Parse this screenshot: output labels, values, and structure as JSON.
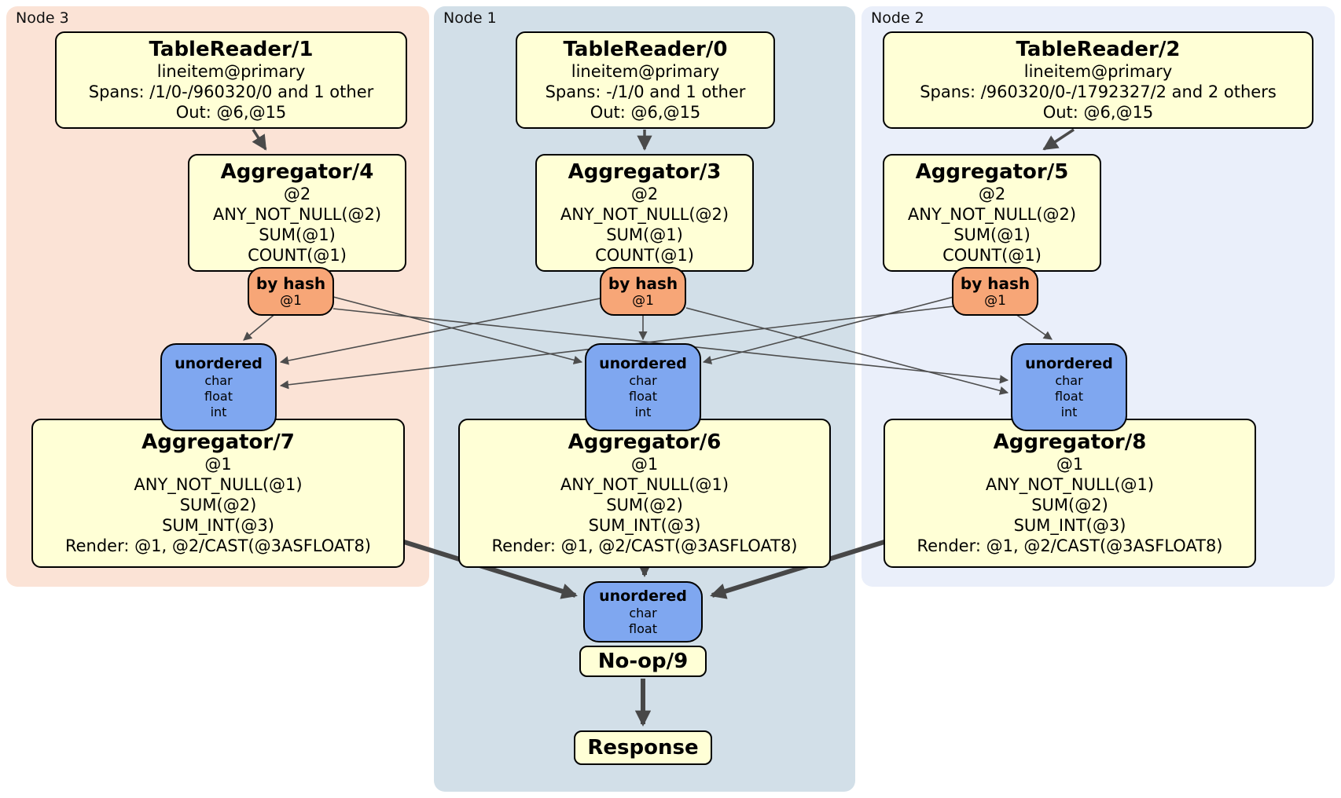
{
  "colors": {
    "node3_bg": "#fbe3d6",
    "node1_bg": "#d2dfe8",
    "node2_bg": "#eaeffa",
    "processor_box": "#ffffd6",
    "router_box": "#f7a677",
    "sync_box": "#7fa7f0",
    "edge_thin": "#4d4d4d",
    "edge_thick": "#474747"
  },
  "g3": {
    "label": "Node 3",
    "tr": {
      "title": "TableReader/1",
      "sub": "lineitem@primary",
      "spans": "Spans: /1/0-/960320/0 and 1 other",
      "out": "Out: @6,@15"
    },
    "agg_top": {
      "title": "Aggregator/4",
      "group": "@2",
      "f1": "ANY_NOT_NULL(@2)",
      "f2": "SUM(@1)",
      "f3": "COUNT(@1)"
    },
    "router": {
      "title": "by hash",
      "key": "@1"
    },
    "sync": {
      "title": "unordered",
      "c1": "char",
      "c2": "float",
      "c3": "int"
    },
    "agg_bot": {
      "title": "Aggregator/7",
      "group": "@1",
      "f1": "ANY_NOT_NULL(@1)",
      "f2": "SUM(@2)",
      "f3": "SUM_INT(@3)",
      "f4": "Render: @1, @2/CAST(@3ASFLOAT8)"
    }
  },
  "g1": {
    "label": "Node 1",
    "tr": {
      "title": "TableReader/0",
      "sub": "lineitem@primary",
      "spans": "Spans: -/1/0 and 1 other",
      "out": "Out: @6,@15"
    },
    "agg_top": {
      "title": "Aggregator/3",
      "group": "@2",
      "f1": "ANY_NOT_NULL(@2)",
      "f2": "SUM(@1)",
      "f3": "COUNT(@1)"
    },
    "router": {
      "title": "by hash",
      "key": "@1"
    },
    "sync": {
      "title": "unordered",
      "c1": "char",
      "c2": "float",
      "c3": "int"
    },
    "agg_bot": {
      "title": "Aggregator/6",
      "group": "@1",
      "f1": "ANY_NOT_NULL(@1)",
      "f2": "SUM(@2)",
      "f3": "SUM_INT(@3)",
      "f4": "Render: @1, @2/CAST(@3ASFLOAT8)"
    }
  },
  "g2": {
    "label": "Node 2",
    "tr": {
      "title": "TableReader/2",
      "sub": "lineitem@primary",
      "spans": "Spans: /960320/0-/1792327/2 and 2 others",
      "out": "Out: @6,@15"
    },
    "agg_top": {
      "title": "Aggregator/5",
      "group": "@2",
      "f1": "ANY_NOT_NULL(@2)",
      "f2": "SUM(@1)",
      "f3": "COUNT(@1)"
    },
    "router": {
      "title": "by hash",
      "key": "@1"
    },
    "sync": {
      "title": "unordered",
      "c1": "char",
      "c2": "float",
      "c3": "int"
    },
    "agg_bot": {
      "title": "Aggregator/8",
      "group": "@1",
      "f1": "ANY_NOT_NULL(@1)",
      "f2": "SUM(@2)",
      "f3": "SUM_INT(@3)",
      "f4": "Render: @1, @2/CAST(@3ASFLOAT8)"
    }
  },
  "final": {
    "sync": {
      "title": "unordered",
      "c1": "char",
      "c2": "float"
    },
    "noop": "No-op/9",
    "response": "Response"
  }
}
